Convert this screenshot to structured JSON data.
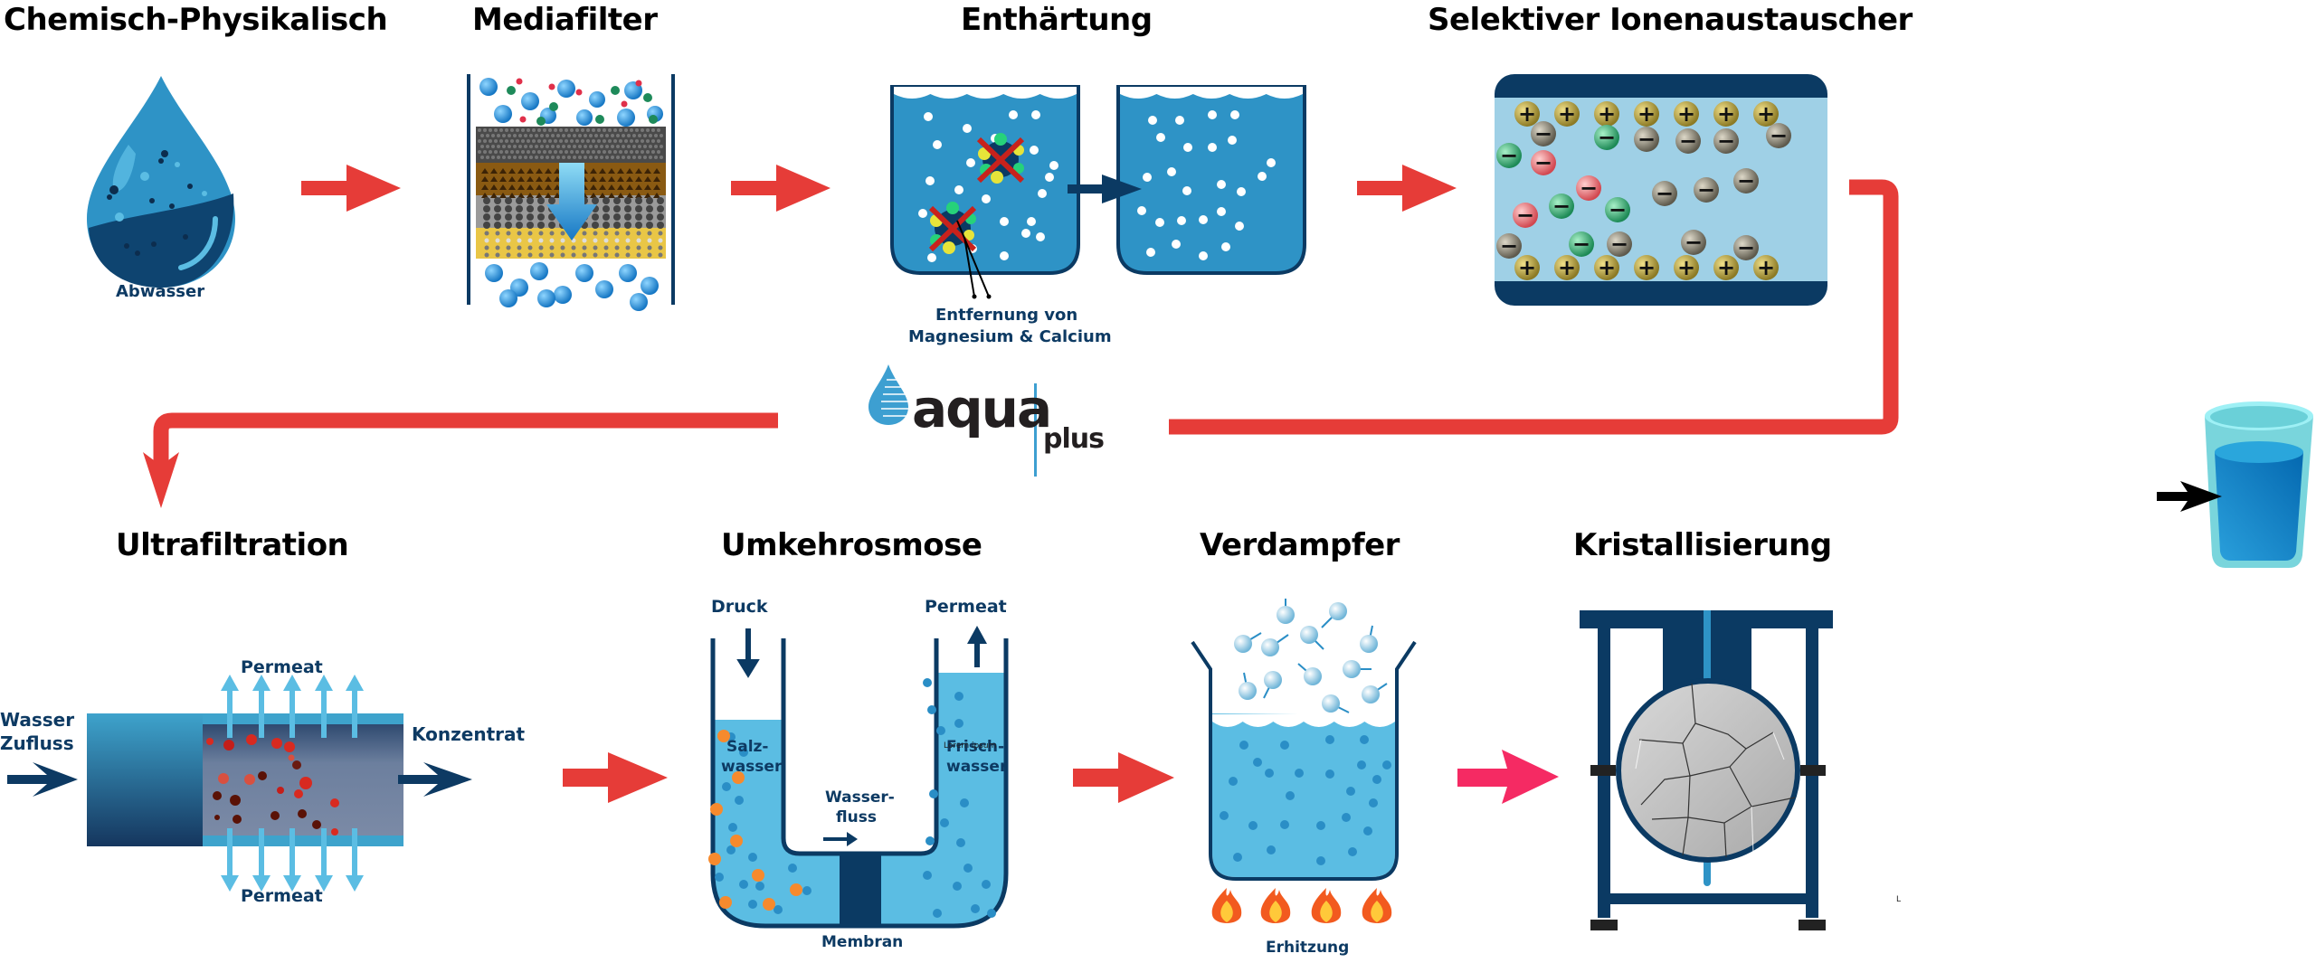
{
  "colors": {
    "navy": "#0b3a63",
    "water_blue": "#2e93c6",
    "light_blue": "#5bbde3",
    "pale_blue": "#9fd0e6",
    "arrow_red": "#e63c38",
    "arrow_pink": "#f52a63",
    "black": "#000000"
  },
  "brand": {
    "name_main": "aqua",
    "name_sub": "plus",
    "icon": "water-drop-icon"
  },
  "stages": {
    "chem": {
      "title": "Chemisch-Physikalisch",
      "label": "Abwasser",
      "icon": "wastewater-drop-icon"
    },
    "media": {
      "title": "Mediafilter",
      "icon": "media-filter-icon"
    },
    "soft": {
      "title": "Enthärtung",
      "caption_line1": "Entfernung von",
      "caption_line2": "Magnesium & Calcium",
      "icon": "softening-tanks-icon"
    },
    "ion": {
      "title": "Selektiver Ionenaustauscher",
      "icon": "ion-exchanger-icon",
      "pos_symbol": "+",
      "neg_symbol": "−"
    },
    "uf": {
      "title": "Ultrafiltration",
      "inflow_line1": "Wasser",
      "inflow_line2": "Zufluss",
      "permeat_top": "Permeat",
      "permeat_bottom": "Permeat",
      "concentrate": "Konzentrat",
      "icon": "ultrafiltration-tube-icon"
    },
    "ro": {
      "title": "Umkehrosmose",
      "pressure": "Druck",
      "permeat": "Permeat",
      "salt_line1": "Salz-",
      "salt_line2": "wasser",
      "fresh_line1": "Frisch-",
      "fresh_line2": "wasser",
      "overlay_text": "Lorem ipsum",
      "flow_line1": "Wasser-",
      "flow_line2": "fluss",
      "membrane": "Membran",
      "icon": "reverse-osmosis-u-tube-icon"
    },
    "evap": {
      "title": "Verdampfer",
      "heat": "Erhitzung",
      "icon": "evaporator-beaker-icon"
    },
    "cryst": {
      "title": "Kristallisierung",
      "icon": "crystallizer-icon",
      "stray_mark": "L"
    }
  },
  "output": {
    "icon": "drinking-glass-icon"
  }
}
